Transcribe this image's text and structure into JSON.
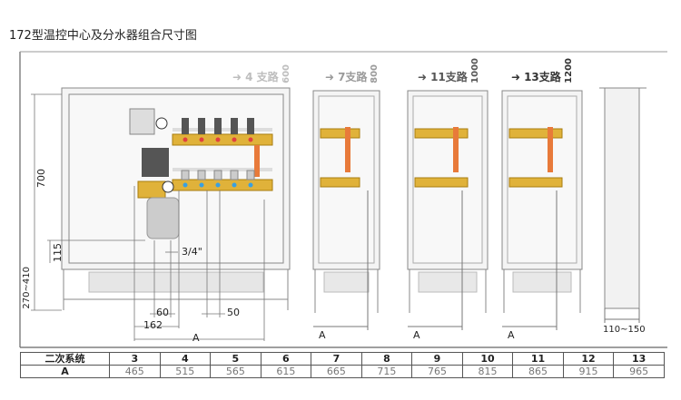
{
  "title": "172型温控中心及分水器组合尺寸图",
  "headers": [
    {
      "label": "4 支路",
      "size": "600",
      "color": "#bdbdbd"
    },
    {
      "label": "7支路",
      "size": "800",
      "color": "#9a9a9a"
    },
    {
      "label": "11支路",
      "size": "1000",
      "color": "#555555"
    },
    {
      "label": "13支路",
      "size": "1200",
      "color": "#333333"
    }
  ],
  "dimensions": {
    "height": "700",
    "offset": "115",
    "legs": "270~410",
    "pipe": "3/4\"",
    "d60": "60",
    "d162": "162",
    "d50": "50",
    "a": "A",
    "depth": "110~150"
  },
  "table": {
    "row1_label": "二次系统",
    "row2_label": "A",
    "circuits": [
      "3",
      "4",
      "5",
      "6",
      "7",
      "8",
      "9",
      "10",
      "11",
      "12",
      "13"
    ],
    "a_values": [
      "465",
      "515",
      "565",
      "615",
      "665",
      "715",
      "765",
      "815",
      "865",
      "915",
      "965"
    ]
  }
}
